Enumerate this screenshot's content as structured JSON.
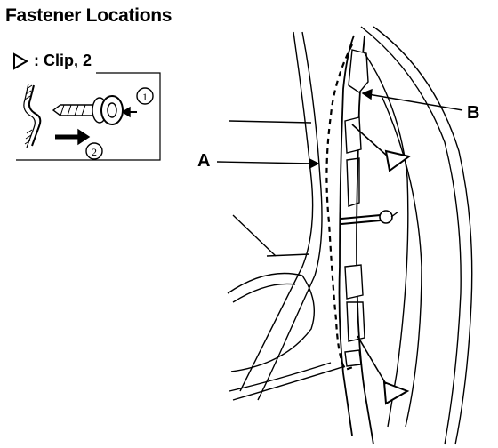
{
  "title": "Fastener Locations",
  "legend": {
    "label": ": Clip, 2",
    "icon": "clip-triangle-icon"
  },
  "callouts": {
    "a": "A",
    "b": "B"
  },
  "inset_steps": {
    "step1": "1",
    "step2": "2"
  }
}
